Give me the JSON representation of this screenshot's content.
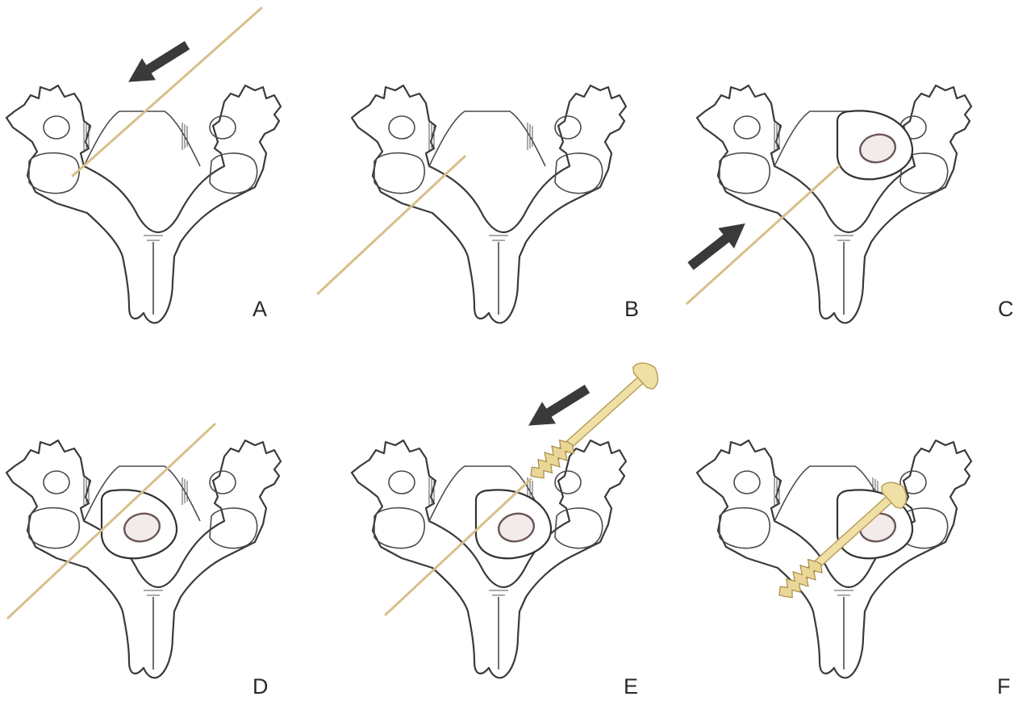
{
  "figure": {
    "panels": [
      {
        "label": "A",
        "step": "wire-advance",
        "arrow": "down-left",
        "has_dens": false,
        "has_screw": false
      },
      {
        "label": "B",
        "step": "wire-through",
        "arrow": "none",
        "has_dens": false,
        "has_screw": false
      },
      {
        "label": "C",
        "step": "wire-retract",
        "arrow": "up-right",
        "has_dens": true,
        "has_screw": false
      },
      {
        "label": "D",
        "step": "wire-into-dens",
        "arrow": "none",
        "has_dens": true,
        "has_screw": false
      },
      {
        "label": "E",
        "step": "screw-advance",
        "arrow": "down-left",
        "has_dens": true,
        "has_screw": true
      },
      {
        "label": "F",
        "step": "screw-placed",
        "arrow": "none",
        "has_dens": true,
        "has_screw": true
      }
    ],
    "colors": {
      "wire": "#d8bf8a",
      "arrow": "#3a3a3a",
      "bone_outline": "#3a3a3a",
      "screw": "#efe0a6"
    }
  }
}
